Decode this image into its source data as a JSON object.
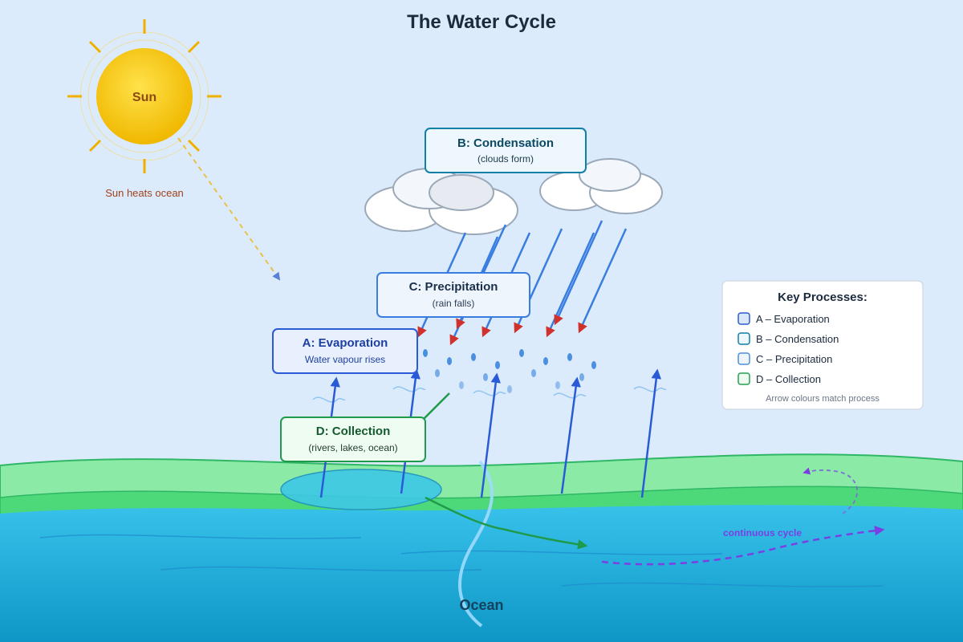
{
  "title": "The Water Cycle",
  "sun": {
    "label": "Sun",
    "caption": "Sun heats ocean"
  },
  "boxes": {
    "condensation": {
      "title": "B: Condensation",
      "subtitle": "(clouds form)"
    },
    "precipitation": {
      "title": "C: Precipitation",
      "subtitle": "(rain falls)"
    },
    "evaporation": {
      "title": "A: Evaporation",
      "subtitle": "Water vapour rises"
    },
    "collection": {
      "title": "D: Collection",
      "subtitle": "(rivers, lakes, ocean)"
    }
  },
  "legend": {
    "title": "Key Processes:",
    "items": [
      {
        "label": "A – Evaporation",
        "color": "#2a5bd7"
      },
      {
        "label": "B – Condensation",
        "color": "#0e7fa6"
      },
      {
        "label": "C – Precipitation",
        "color": "#4a8fe0"
      },
      {
        "label": "D – Collection",
        "color": "#22a050"
      }
    ],
    "note": "Arrow colours match process"
  },
  "ocean_label": "Ocean",
  "cycle_label": "continuous cycle",
  "colors": {
    "evaporation": "#2a5bd7",
    "precipitation": "#3a7de0",
    "collection": "#1f9a4a",
    "cycle": "#7b3fe4",
    "sun": "#f5c300",
    "ocean": "#1ea9d6",
    "land": "#4fd97a"
  }
}
